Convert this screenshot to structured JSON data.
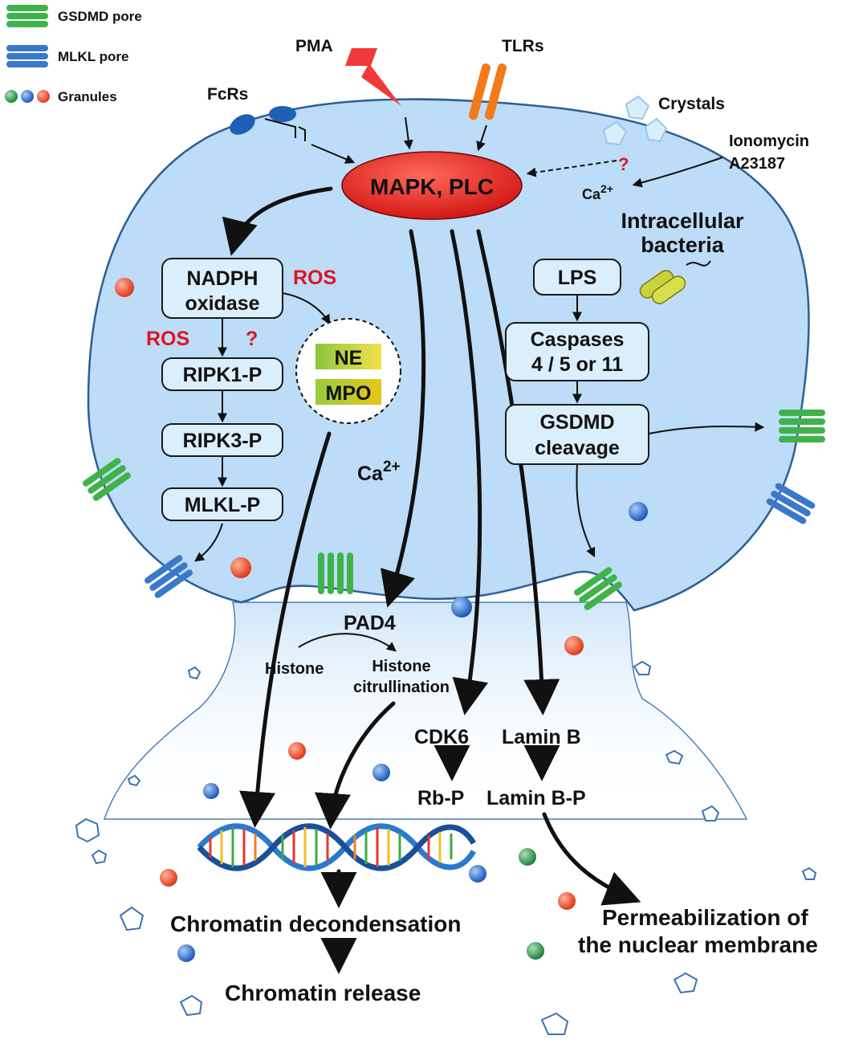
{
  "legend": {
    "gsdmd_pore": "GSDMD pore",
    "mlkl_pore": "MLKL pore",
    "granules": "Granules"
  },
  "stimuli": {
    "pma": "PMA",
    "tlrs": "TLRs",
    "fcrs": "FcRs",
    "crystals": "Crystals",
    "ionomycin": "Ionomycin",
    "a23187": "A23187",
    "ca_main": "Ca",
    "ca_sup": "2+",
    "question": "?"
  },
  "hub": {
    "label": "MAPK, PLC"
  },
  "left_pathway": {
    "nadph_line1": "NADPH",
    "nadph_line2": "oxidase",
    "ros_right": "ROS",
    "ros_left": "ROS",
    "question": "?",
    "ripk1": "RIPK1-P",
    "ripk3": "RIPK3-P",
    "mlkl": "MLKL-P",
    "ne": "NE",
    "mpo": "MPO"
  },
  "right_pathway": {
    "bacteria_line1": "Intracellular",
    "bacteria_line2": "bacteria",
    "lps": "LPS",
    "caspases_line1": "Caspases",
    "caspases_line2": "4 / 5  or  11",
    "gsdmd_line1": "GSDMD",
    "gsdmd_line2": "cleavage"
  },
  "middle": {
    "ca_main": "Ca",
    "ca_sup": "2+",
    "pad4": "PAD4",
    "histone": "Histone",
    "histone_cit_line1": "Histone",
    "histone_cit_line2": "citrullination",
    "cdk6": "CDK6",
    "lamin_b": "Lamin  B",
    "rb_p": "Rb-P",
    "lamin_bp": "Lamin  B-P"
  },
  "outcomes": {
    "decondensation": "Chromatin  decondensation",
    "release": "Chromatin  release",
    "permeab_line1": "Permeabilization  of",
    "permeab_line2": "the  nuclear  membrane"
  },
  "colors": {
    "cell_fill": "#bcdcf7",
    "hub_red": "#e41e1e",
    "gsdmd_green": "#3fb34a",
    "mlkl_blue": "#3a78c9",
    "label_red": "#e0141e",
    "ne_green": "#8cc63f",
    "mpo_yellow": "#e6c619"
  }
}
